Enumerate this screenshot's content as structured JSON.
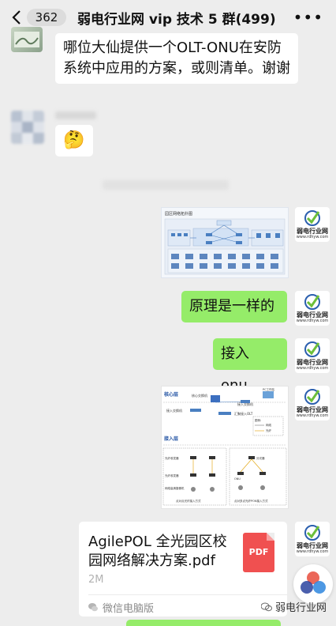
{
  "header": {
    "back_count": "362",
    "title": "弱电行业网 vip 技术 5 群(499)",
    "more": "•••"
  },
  "messages": {
    "question_text": "哪位大仙提供一个OLT-ONU在安防系统中应用的方案，或则清单。谢谢",
    "emoji": "🤔",
    "reply1": "原理是一样的",
    "reply2": "接入 onu",
    "file_name": "AgilePOL 全光园区校园网络解决方案.pdf",
    "file_size": "2M",
    "file_source": "微信电脑版",
    "file_icon_label": "PDF"
  },
  "avatar_logo": {
    "text": "弱电行业网",
    "sub": "www.rdhyw.com"
  },
  "diagram1": {
    "title": "园区网络拓扑图"
  },
  "diagram2": {
    "core_label": "核心层",
    "access_label": "接入层",
    "core_switch": "核心交换机",
    "access_switch": "接入交换机",
    "olt": "汇聚接入OLT",
    "pc": "PC工作站",
    "legend": "图例:",
    "legend_net": "网线",
    "legend_fiber": "光纤",
    "onu": "光纤收发器",
    "splitter": "分光器",
    "camera": "网络高清摄像机",
    "cam2": "摄像机",
    "caption1": "点对点光纤接入方式",
    "caption2": "点对多点光纤PON接入方式"
  },
  "watermark": "弱电行业网",
  "colors": {
    "bg": "#ededed",
    "green_bubble": "#95ec69",
    "pdf_red": "#f05050"
  }
}
